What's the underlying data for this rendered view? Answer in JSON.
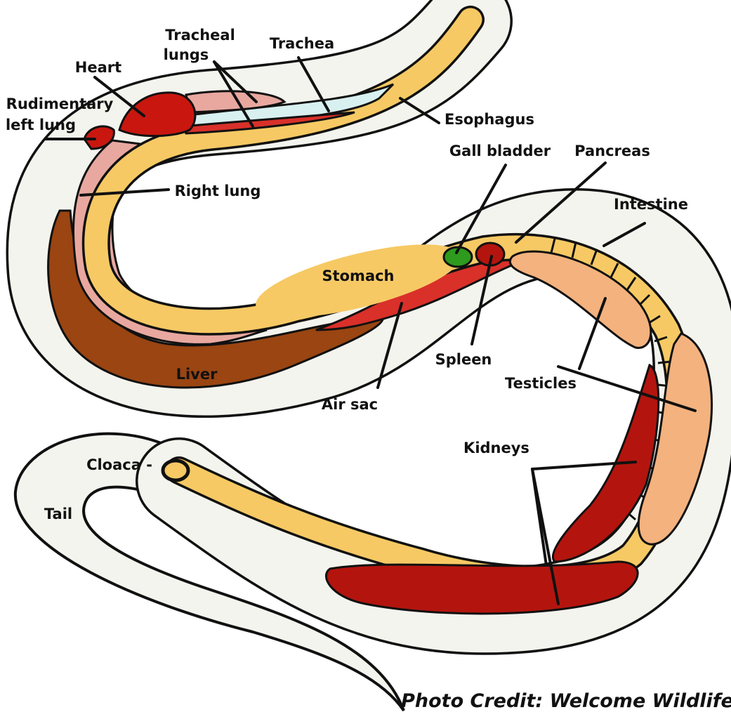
{
  "labels": {
    "tracheal_lungs_1": "Tracheal",
    "tracheal_lungs_2": "lungs",
    "trachea": "Trachea",
    "heart": "Heart",
    "rudimentary_1": "Rudimentary",
    "rudimentary_2": "left lung",
    "esophagus": "Esophagus",
    "gall_bladder": "Gall bladder",
    "pancreas": "Pancreas",
    "right_lung": "Right lung",
    "intestine": "Intestine",
    "stomach": "Stomach",
    "spleen": "Spleen",
    "liver": "Liver",
    "testicles": "Testicles",
    "air_sac": "Air sac",
    "kidneys": "Kidneys",
    "cloaca": "Cloaca -",
    "tail": "Tail"
  },
  "credit": "Photo Credit: Welcome Wildlife",
  "colors": {
    "body": "#f4f4ee",
    "digestive": "#f6c964",
    "liver": "#9a4512",
    "kidney": "#b3150e",
    "heart": "#c9170f",
    "lung": "#e8a8a0",
    "air_sac": "#d9302a",
    "trachea": "#d8f0f0",
    "gall_bladder": "#2e9a1e",
    "testicle": "#f3b27e"
  }
}
